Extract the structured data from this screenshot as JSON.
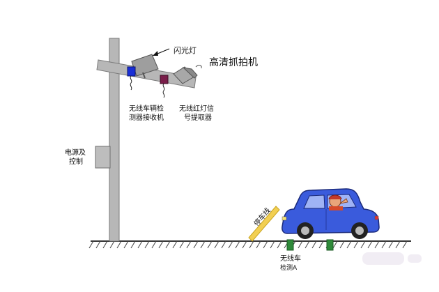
{
  "labels": {
    "flash_lamp": "闪光灯",
    "hd_camera": "高清抓拍机",
    "wireless_receiver_line1": "无线车辆检",
    "wireless_receiver_line2": "测器接收机",
    "signal_extractor_line1": "无线红灯信",
    "signal_extractor_line2": "号提取器",
    "power_control_line1": "电源及",
    "power_control_line2": "控制",
    "stop_line": "停车线",
    "ground_detector_line1": "无线车",
    "ground_detector_line2": "检测A"
  },
  "colors": {
    "pole": "#b7b7b7",
    "pole_stroke": "#7a7a7a",
    "car_body": "#3a5bdc",
    "car_dark": "#24399e",
    "receiver_box": "#1a2fd6",
    "extractor_box": "#7a1e4a",
    "stop_line": "#f2cf52",
    "detector": "#2f8a3a"
  },
  "icons": [
    "flash-lamp-icon",
    "camera-icon",
    "car-icon",
    "driver-icon"
  ]
}
